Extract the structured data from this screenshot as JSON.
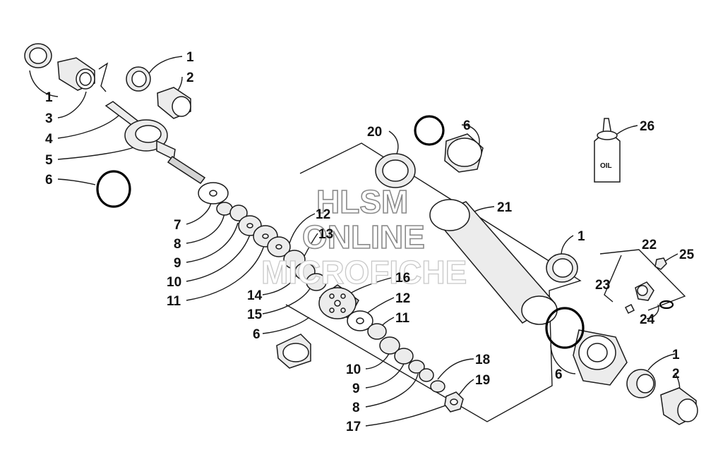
{
  "diagram": {
    "callouts": [
      {
        "id": "c1a",
        "text": "1"
      },
      {
        "id": "c2a",
        "text": "2"
      },
      {
        "id": "c1b",
        "text": "1"
      },
      {
        "id": "c3",
        "text": "3"
      },
      {
        "id": "c4",
        "text": "4"
      },
      {
        "id": "c5",
        "text": "5"
      },
      {
        "id": "c6a",
        "text": "6"
      },
      {
        "id": "c7",
        "text": "7"
      },
      {
        "id": "c8a",
        "text": "8"
      },
      {
        "id": "c9a",
        "text": "9"
      },
      {
        "id": "c10a",
        "text": "10"
      },
      {
        "id": "c11a",
        "text": "11"
      },
      {
        "id": "c12a",
        "text": "12"
      },
      {
        "id": "c13",
        "text": "13"
      },
      {
        "id": "c14",
        "text": "14"
      },
      {
        "id": "c15",
        "text": "15"
      },
      {
        "id": "c6b",
        "text": "6"
      },
      {
        "id": "c16",
        "text": "16"
      },
      {
        "id": "c12b",
        "text": "12"
      },
      {
        "id": "c11b",
        "text": "11"
      },
      {
        "id": "c10b",
        "text": "10"
      },
      {
        "id": "c9b",
        "text": "9"
      },
      {
        "id": "c8b",
        "text": "8"
      },
      {
        "id": "c17",
        "text": "17"
      },
      {
        "id": "c18",
        "text": "18"
      },
      {
        "id": "c19",
        "text": "19"
      },
      {
        "id": "c20",
        "text": "20"
      },
      {
        "id": "c6c",
        "text": "6"
      },
      {
        "id": "c21",
        "text": "21"
      },
      {
        "id": "c26",
        "text": "26"
      },
      {
        "id": "c1c",
        "text": "1"
      },
      {
        "id": "c22",
        "text": "22"
      },
      {
        "id": "c25",
        "text": "25"
      },
      {
        "id": "c23",
        "text": "23"
      },
      {
        "id": "c24",
        "text": "24"
      },
      {
        "id": "c6d",
        "text": "6"
      },
      {
        "id": "c1d",
        "text": "1"
      },
      {
        "id": "c2b",
        "text": "2"
      }
    ],
    "oil_label": "OIL",
    "watermark": {
      "line1": "HLSM",
      "line2": "ONLINE",
      "line3": "MICROFICHE"
    }
  }
}
